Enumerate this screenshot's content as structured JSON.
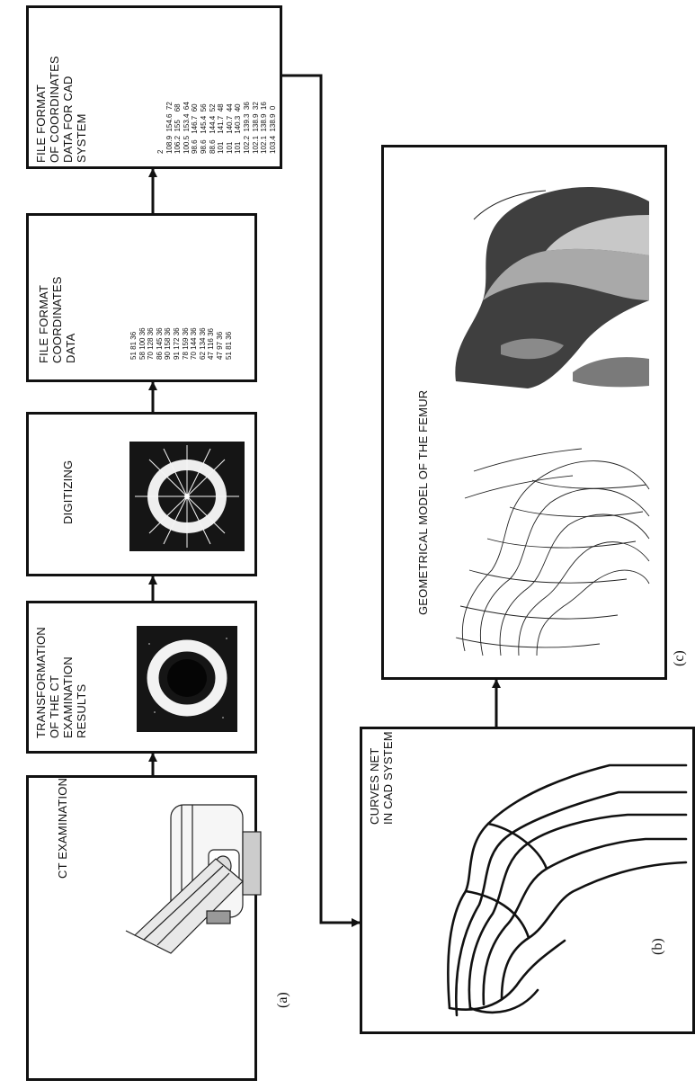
{
  "steps": {
    "ct": {
      "label": "CT EXAMINATION"
    },
    "transform": {
      "label": "TRANSFORMATION\nOF THE CT\nEXAMINATION\nRESULTS"
    },
    "digitizing": {
      "label": "DIGITIZING"
    },
    "file1": {
      "label": "FILE FORMAT\nCOORDINATES\nDATA",
      "data": "51 81 36\n58 100 36\n70 128 36\n86 145 36\n90 158 36\n91 172 36\n78 159 36\n70 144 36\n62 134 36\n47 116 36\n47 97 36\n51 81 36"
    },
    "file2": {
      "label": "FILE FORMAT\nOF COORDINATES\nDATA FOR CAD\nSYSTEM",
      "data": "2\n108.9  154.6  72\n106.2  155    68\n100.5  153.4  64\n98.6   146.7  60\n98.6   145.4  56\n88.6   144.4  52\n101    141.7  48\n101    140.7  44\n101    140.3  40\n102.2  139.3  36\n102.1  138.9  32\n102.1  138.9  16\n103.4  138.9  0"
    },
    "curves": {
      "label": "CURVES NET\nIN CAD SYSTEM"
    },
    "model": {
      "label": "GEOMETRICAL MODEL OF THE FEMUR"
    }
  },
  "captions": {
    "a": "(a)",
    "b": "(b)",
    "c": "(c)"
  }
}
